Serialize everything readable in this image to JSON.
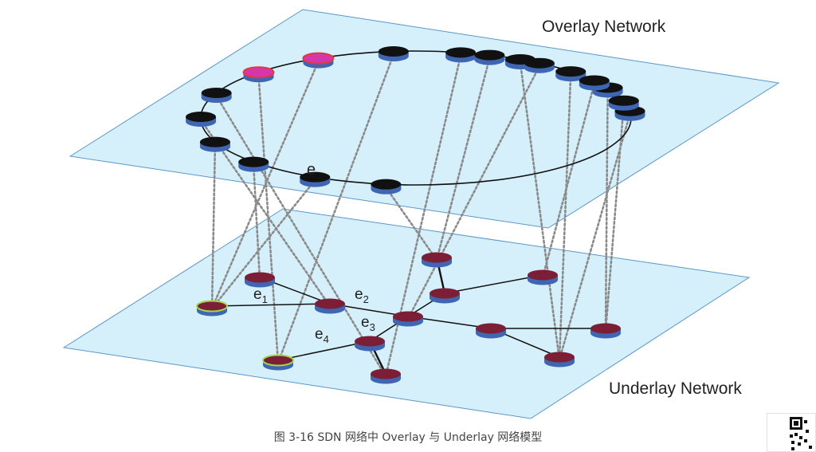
{
  "overlay": {
    "title": "Overlay Network",
    "edge_label": "e"
  },
  "underlay": {
    "title": "Underlay Network",
    "edge_labels": [
      {
        "letter": "e",
        "sub": "1"
      },
      {
        "letter": "e",
        "sub": "2"
      },
      {
        "letter": "e",
        "sub": "3"
      },
      {
        "letter": "e",
        "sub": "4"
      }
    ]
  },
  "caption": "图 3-16 SDN 网络中 Overlay 与 Underlay 网络模型",
  "colors": {
    "plane_fill": "#d6f0fb",
    "plane_stroke": "#5b96c8",
    "overlay_node": "#111111",
    "node_side": "#3e66b3",
    "highlight_node": "#d636a9",
    "underlay_node": "#7c1e36",
    "endpoint_node": "#9fd94a",
    "link": "#111111",
    "mapping_line": "#8a8a8a"
  },
  "icons": [
    "qr-code-icon"
  ]
}
